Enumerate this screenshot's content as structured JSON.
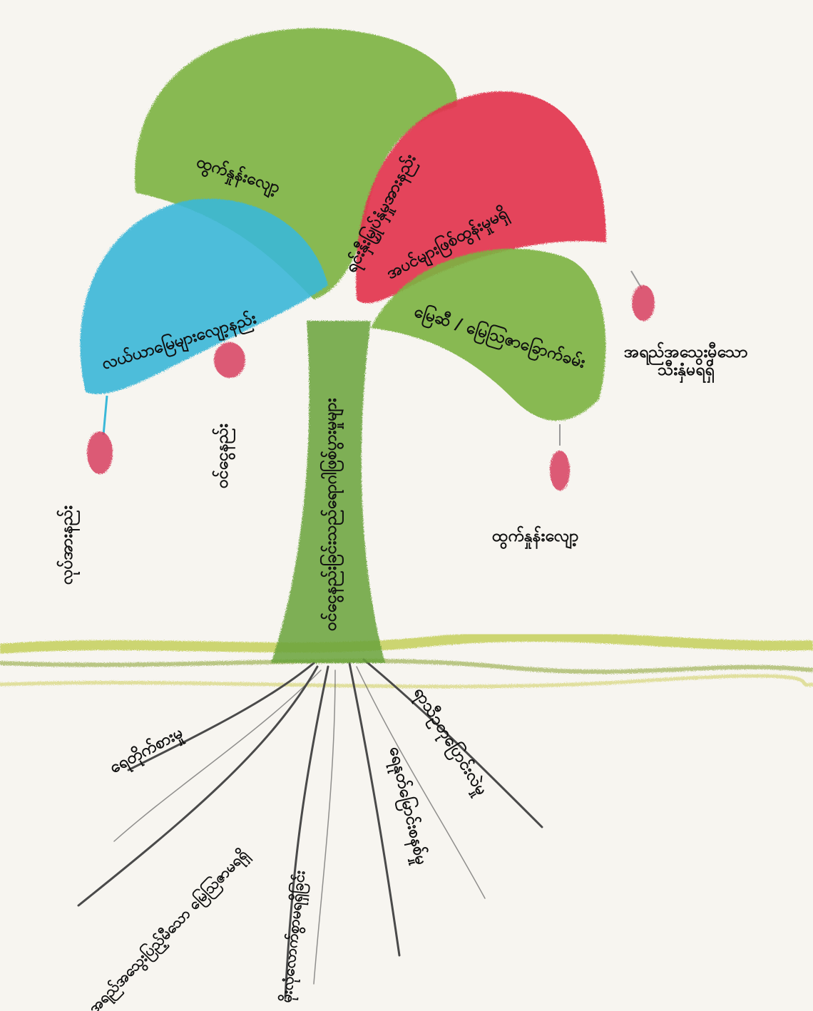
{
  "colors": {
    "paper": "#f7f5f0",
    "trunk_green": "#6aa33a",
    "canopy_green": "#7cb342",
    "canopy_blue": "#3bb8d8",
    "canopy_red": "#e3344f",
    "fruit_red": "#d84060",
    "ground_yellow_green": "#b9c83a",
    "root_gray": "#4a4a4a"
  },
  "diagram": {
    "trunk_label": "ဝင်ငွေနည်းခြင်းသည်ရောဂါဖြစ်ပွားမှုများ",
    "canopies": [
      {
        "name": "top-green",
        "color": "canopy_green",
        "labels": [
          "ထွက်နှုန်းလျော့",
          "ရင်းနှီးမြှုပ်နှံမှုအားနည်း"
        ]
      },
      {
        "name": "left-blue",
        "color": "canopy_blue",
        "labels": [
          "လယ်ယာမြေများလျော့နည်း"
        ]
      },
      {
        "name": "right-red",
        "color": "canopy_red",
        "labels": [
          "အပင်များဖြစ်ထွန်းမှုမရှိ"
        ]
      },
      {
        "name": "right-green",
        "color": "canopy_green",
        "labels": [
          "မြေဆီ / မြေဩဇာခြောက်ခမ်း"
        ]
      }
    ],
    "fruits": [
      {
        "name": "left-fruit",
        "label": "လုပ်အားနည်း"
      },
      {
        "name": "middle-fruit",
        "label": "ဝင်ငွေနည်း"
      },
      {
        "name": "right-fruit-upper",
        "label_line1": "အရည်အသွေးမှီသော",
        "label_line2": "သီးနှံမရရှိ"
      },
      {
        "name": "right-fruit-lower",
        "label": "ထွက်နှုန်းလျော့"
      }
    ],
    "roots": [
      {
        "name": "root-1",
        "label": "ရေတိုက်စားမှု"
      },
      {
        "name": "root-2",
        "label": "အရည်အသွေးပြည့်မီသော မြေဩဇာမရရှိ"
      },
      {
        "name": "root-3",
        "label": "မိုးလုံလောက်စွာမရရှိခြင်း"
      },
      {
        "name": "root-4",
        "label": "ရေနုတ်မြောင်းစနစ်မှု"
      },
      {
        "name": "root-5",
        "label": "ရာသီဥတုပြောင်းလဲမှု"
      }
    ]
  }
}
